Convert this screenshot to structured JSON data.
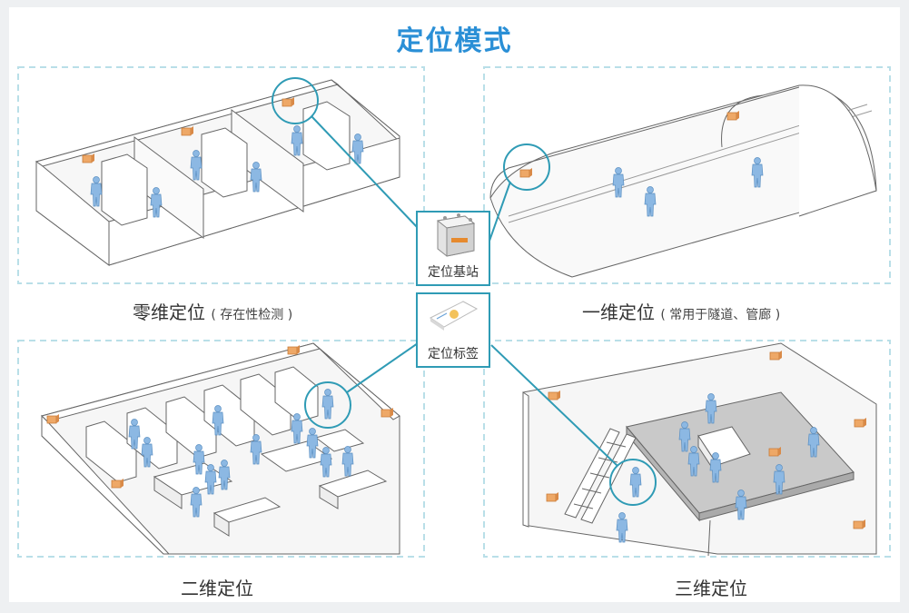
{
  "title": "定位模式",
  "panels": {
    "zero_dim": {
      "label": "零维定位",
      "note": "( 存在性检测 )"
    },
    "one_dim": {
      "label": "一维定位",
      "note": "( 常用于隧道、管廊 )"
    },
    "two_dim": {
      "label": "二维定位"
    },
    "three_dim": {
      "label": "三维定位"
    }
  },
  "devices": {
    "base_station": "定位基站",
    "tag": "定位标签"
  },
  "colors": {
    "accent": "#2a8fd6",
    "connector": "#2f9bb5",
    "panel_border": "#b9dfe8",
    "person": "#8cb8e3",
    "beacon": "#e8a15f"
  }
}
